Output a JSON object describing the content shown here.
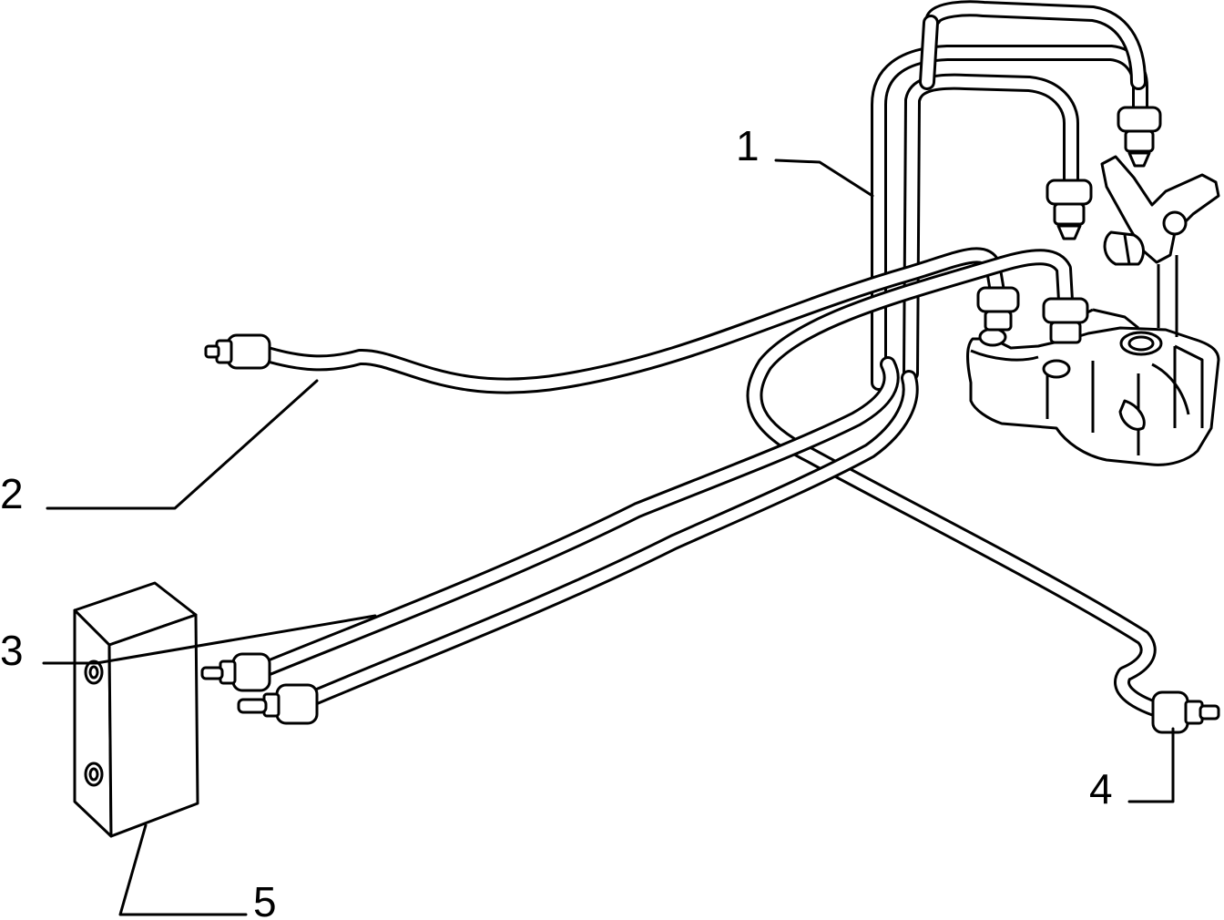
{
  "diagram": {
    "colors": {
      "line": "#000000",
      "fill": "#ffffff",
      "shade": "#f4f4f4"
    },
    "callouts": [
      {
        "id": "1",
        "label": "1",
        "part": "pipe-assembly-rear"
      },
      {
        "id": "2",
        "label": "2",
        "part": "pipe-left"
      },
      {
        "id": "3",
        "label": "3",
        "part": "pipes-front-pair"
      },
      {
        "id": "4",
        "label": "4",
        "part": "pipe-right"
      },
      {
        "id": "5",
        "label": "5",
        "part": "junction-block"
      }
    ]
  }
}
